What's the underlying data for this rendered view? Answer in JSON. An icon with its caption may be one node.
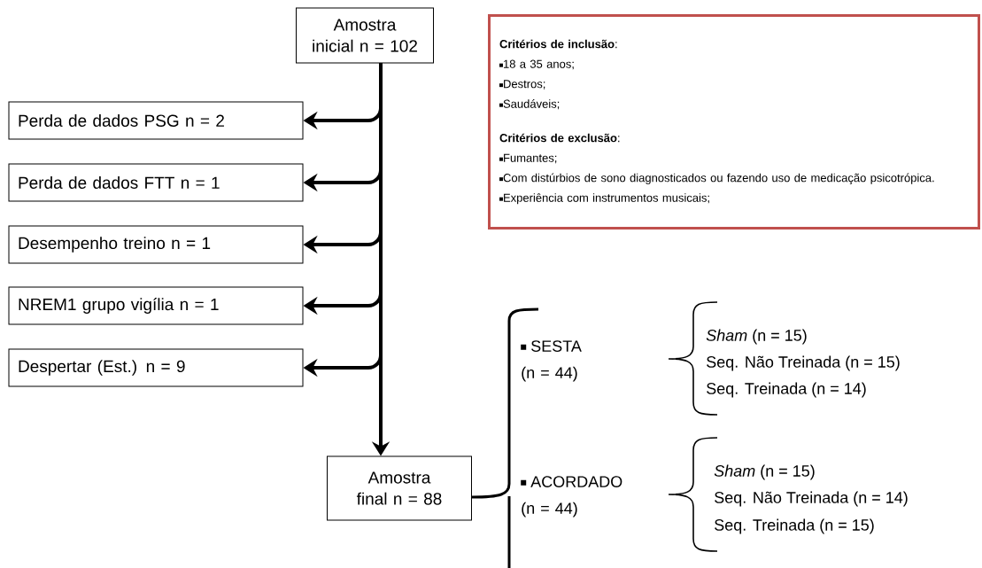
{
  "diagram": {
    "nodes": [
      {
        "text": [
          "Amostra inicial n = 102"
        ]
      },
      {
        "text": [
          "Perda de dados PSG n = 2"
        ]
      },
      {
        "text": [
          "Perda de dados FTT n = 1"
        ]
      },
      {
        "text": [
          "Desempenho treino n = 1"
        ]
      },
      {
        "text": [
          "NREM1 grupo vigília n = 1"
        ]
      },
      {
        "text": [
          "Despertar (Est.) n = 9"
        ]
      },
      {
        "text": [
          "Amostra final n = 88"
        ]
      },
      {
        "text": [
          "**Critérios de inclusão**:",
          "18 a 35 anos;",
          "Destros;",
          "Saudáveis;",
          "**Critérios de exclusão**:",
          "Fumantes;",
          "Com distúrbios de sono diagnosticados ou fazendo uso de medicação psicotrópica.",
          "Experiência com instrumentos musicais;"
        ]
      }
    ],
    "edges": [
      {
        "from": 0,
        "to": 1,
        "arrow": "to"
      },
      {
        "from": 0,
        "to": 2,
        "arrow": "to"
      },
      {
        "from": 0,
        "to": 3,
        "arrow": "to"
      },
      {
        "from": 0,
        "to": 4,
        "arrow": "to"
      },
      {
        "from": 0,
        "to": 5,
        "arrow": "to"
      },
      {
        "from": 0,
        "to": 6,
        "arrow": "to"
      }
    ],
    "labels": [
      "SESTA (n = 44)",
      "*Sham* (n = 15)",
      "Seq. Não Treinada (n = 15)",
      "Seq. Treinada (n = 14)",
      "ACORDADO (n = 44)",
      "*Sham* (n = 15)",
      "Seq. Não Treinada (n = 14)",
      "Seq. Treinada (n = 15)"
    ]
  }
}
